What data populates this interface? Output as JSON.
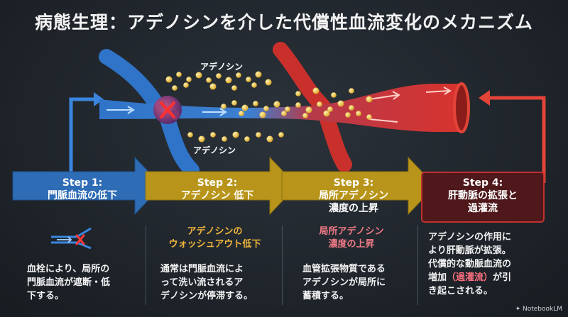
{
  "title": "病態生理：アデノシンを介した代償性血流変化のメカニズム",
  "labels": {
    "adenosine_top": "アデノシン",
    "adenosine_bottom": "アデノシン"
  },
  "steps": [
    {
      "num": "Step 1:",
      "name": "門脈血流の低下",
      "color": "#2e6cb5"
    },
    {
      "num": "Step 2:",
      "name": "アデノシン 低下",
      "color": "#b8951a"
    },
    {
      "num": "Step 3:",
      "name1": "局所アデノシン",
      "name2": "濃度の上昇",
      "color": "#b8951a"
    },
    {
      "num": "Step 4:",
      "name1": "肝動脈の拡張と",
      "name2": "過灌流",
      "color": "#5a1a1c"
    }
  ],
  "sub": {
    "step2_l1": "アデノシンの",
    "step2_l2": "ウォッシュアウト低下",
    "step3_l1": "局所アデノシン",
    "step3_l2": "濃度の上昇"
  },
  "desc": {
    "step1": [
      "血栓により、局所の",
      "門脈血流が遮断・低",
      "下する。"
    ],
    "step2": [
      "通常は門脈血流によ",
      "って洗い流されるア",
      "デノシンが停滞する。"
    ],
    "step3": [
      "血管拡張物質である",
      "アデノシンが局所に",
      "蓄積する。"
    ],
    "step4": [
      "アデノシンの作用に",
      "より肝動脈が拡張。",
      "代償的な動脈血流の"
    ],
    "step4_pre": "増加",
    "step4_hl": "（過灌流）",
    "step4_post": "が引",
    "step4_last": "き起こされる。"
  },
  "brand": "NotebookLM",
  "colors": {
    "blue": "#2e6cb5",
    "gold": "#b8951a",
    "red": "#d23a36"
  }
}
